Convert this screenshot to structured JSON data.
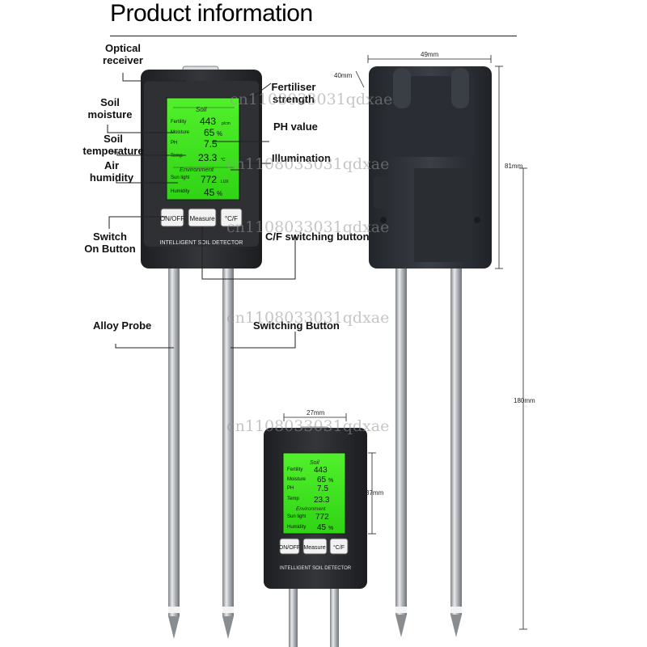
{
  "title": "Product information",
  "labels": {
    "optical_receiver": "Optical\nreceiver",
    "fertiliser_strength": "Fertiliser\nstrength",
    "soil_moisture": "Soil\nmoisture",
    "ph_value": "PH value",
    "soil_temperature": "Soil\ntemperature",
    "illumination": "Illumination",
    "air_humidity": "Air\nhumidity",
    "switch_on_button": "Switch\nOn Button",
    "cf_switching_button": "C/F switching button",
    "alloy_probe": "Alloy Probe",
    "switching_button": "Switching Button"
  },
  "dimensions": {
    "depth": "40mm",
    "width_back": "49mm",
    "height_body": "81mm",
    "total_length": "180mm",
    "screen_width": "27mm",
    "screen_height": "37mm"
  },
  "device": {
    "screen": {
      "soil_heading": "Soil",
      "env_heading": "Environment",
      "rows": [
        {
          "label": "Fertility",
          "value": "443",
          "unit": "p/cm"
        },
        {
          "label": "Moisture",
          "value": "65",
          "unit": "%"
        },
        {
          "label": "PH",
          "value": "7.5",
          "unit": ""
        },
        {
          "label": "Temp",
          "value": "23.3",
          "unit": "°C"
        },
        {
          "label": "Sun light",
          "value": "772",
          "unit": "LUX"
        },
        {
          "label": "Humidity",
          "value": "45",
          "unit": "%"
        }
      ]
    },
    "buttons": {
      "power": "ON/OFF",
      "measure": "Measure",
      "unit": "°C/F"
    },
    "brand": "INTELLIGENT SOIL DETECTOR"
  },
  "watermark": "cn1108033031qdxae",
  "colors": {
    "screen": "#39e21a",
    "body": "#2b2d30",
    "probe": "#b9bcc0"
  }
}
